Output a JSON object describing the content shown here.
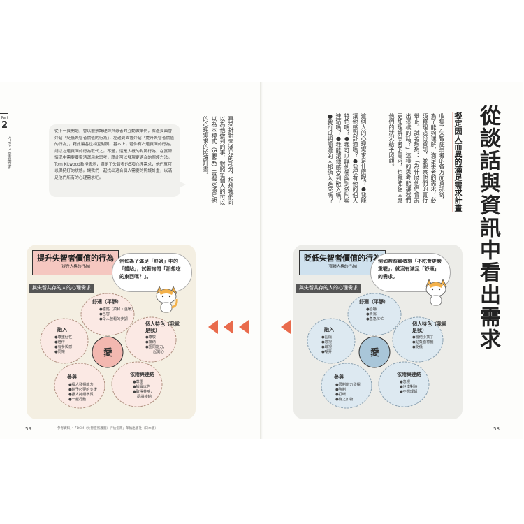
{
  "right_page": {
    "title": "從談話與資訊中看出需求",
    "subtitle": "擬定因人而異的滿足需求計畫",
    "paragraph": "收集了失智症患者的各方面資訊後，為了能夠理解、滿足患者的需求，必須整理這份資訊，並觀察他們的言行舉止。試著想想：「為什麼他們會說出這樣的話？」這樣的思考能讓我們更加理解患者的需求，也就能夠因應他們的狀況給予照顧。",
    "questions": "這個人的心理需求是什麼呢？●我能讓他感到舒適嗎？●我保有他的個人特色嗎？●我可以讓他參與到依附與連結嗎？●我能讓他感受到融入嗎？●我可以把周遭的人都納入進來嗎？",
    "page_number": "58"
  },
  "left_page": {
    "part_label": "Part",
    "part_number": "2",
    "step_label": "STEP 3 掌握需求",
    "paragraph": "再來針對未滿足的部分，想想我們可以為他做到的事，對照每個人的可以以為本模式（5要素）去擬定滿足他的心理需求的照護計畫。",
    "bubble_text": "從下一頁開始，會以觀察護理師與患者的互動做舉例，右邊頁面會介紹「貶低失智者價值的行為」，左邊頁面會介紹「提升失智者價值的行為」，藉此讓各位相互對照。基本上，若你有右邊頁面的行為，請以左邊頁面的行為取代之。不過，這是大概的對照行為，在實際情況中需要要靈活運用來思考，藉此可以發現更適合的照護方法。Tom Kitwood教授表示，滿足了失智者的5項心理需求，他們就可以保持好的狀態。讓我們一起找出適合個人需要的照護計畫，以滿足他們所有的心理需求吧。",
    "page_number": "59",
    "footnote": "參考資料／「DCM（失智症照護圖）評估指南」年輪出版社（日本版）"
  },
  "panel_left": {
    "title": "提升失智者價值的行為",
    "title_sub": "（提升人格的行為）",
    "tag": "與失智共存的人的心理需求",
    "speech": "例如為了滿足「舒適」中的「體貼」，試著詢問「那想吃的東西嗎？」。",
    "center": "愛",
    "petals": {
      "top": {
        "title": "舒適（平靜）",
        "items": [
          "●體貼（柔和・溫暖）",
          "●包容",
          "●令人放鬆的步調"
        ]
      },
      "right": {
        "title": "個人特色（我就是我）",
        "items": [
          "●尊敬",
          "●接納",
          "●認同能力，",
          "一起開心"
        ]
      },
      "bottom_right": {
        "title": "依附與連結",
        "items": [
          "●尊重",
          "●據實以告",
          "●取得共鳴，",
          "認識接納"
        ]
      },
      "bottom_left": {
        "title": "參與",
        "items": [
          "●讓人發揮能力",
          "●給予必要的支援",
          "●讓人持續參與",
          "●一起行動"
        ]
      },
      "left": {
        "title": "融入",
        "items": [
          "●尊重個性",
          "●陪伴",
          "●有參與感",
          "●同樂"
        ]
      }
    }
  },
  "panel_right": {
    "title": "貶低失智者價值的行為",
    "title_sub": "（有損人格的行為）",
    "tag": "與失智共存的人的心理需求",
    "speech": "例如若照顧者想「不吃會更嚴重喔」，就沒有滿足「舒適」的需求。",
    "center": "愛",
    "petals": {
      "top": {
        "title": "舒適（平靜）",
        "items": [
          "●恐嚇",
          "●責罵",
          "●急急忙忙"
        ]
      },
      "right": {
        "title": "個人特色（我就是我）",
        "items": [
          "●當他小孩子",
          "●貼負面標籤",
          "●貶低"
        ]
      },
      "bottom_right": {
        "title": "依附與連結",
        "items": [
          "●忽視",
          "●冷漠對待",
          "●不想理解"
        ]
      },
      "bottom_left": {
        "title": "參與",
        "items": [
          "●限制能力發揮",
          "●強制",
          "●打斷",
          "●待之如物"
        ]
      },
      "left": {
        "title": "融入",
        "items": [
          "●區隔",
          "●忽視",
          "●歧視",
          "●嘲弄"
        ]
      }
    }
  },
  "colors": {
    "accent_orange": "#e96b4c",
    "left_panel_bg": "#f4efe2",
    "right_panel_bg": "#ecece8",
    "left_petal": "#fbe9e4",
    "right_petal": "#dde9f1",
    "left_center": "#f3b8b0",
    "right_center": "#a9c6d9"
  }
}
